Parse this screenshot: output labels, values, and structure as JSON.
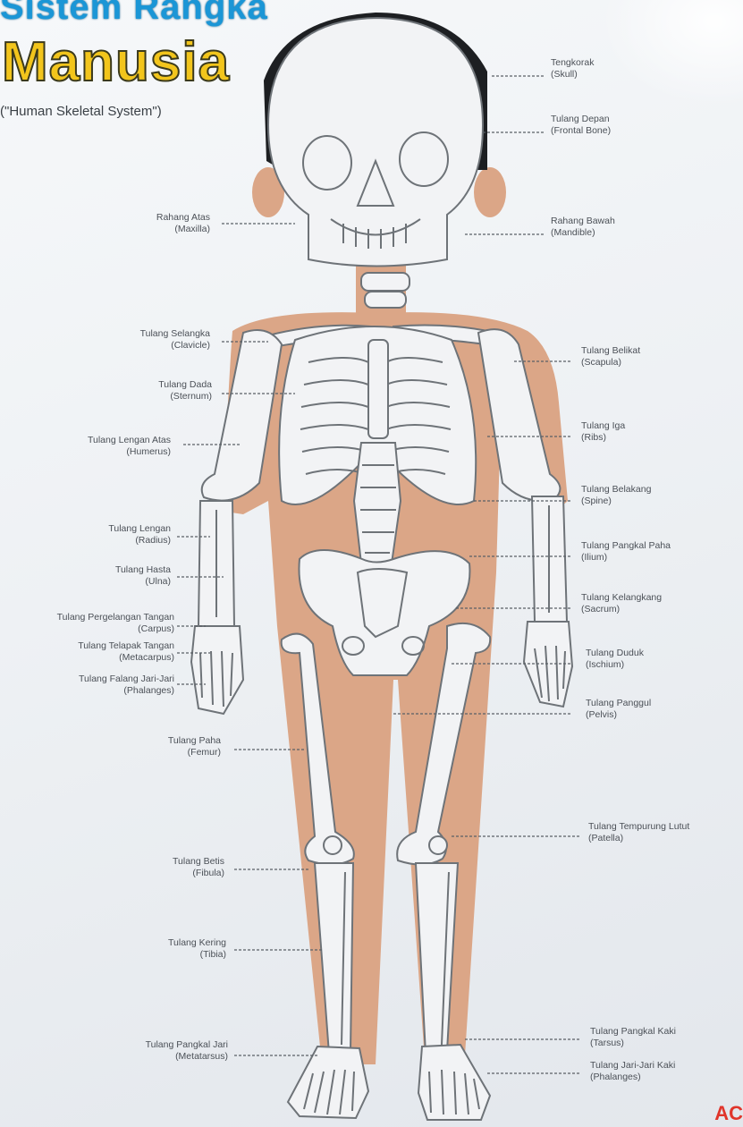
{
  "header": {
    "title_line1": "Sistem Rangka",
    "title_line2": "Manusia",
    "subtitle": "(\"Human Skeletal System\")"
  },
  "labels": {
    "skull": {
      "id": "Tengkorak",
      "en": "(Skull)"
    },
    "frontal": {
      "id": "Tulang Depan",
      "en": "(Frontal Bone)"
    },
    "maxilla": {
      "id": "Rahang Atas",
      "en": "(Maxilla)"
    },
    "mandible": {
      "id": "Rahang Bawah",
      "en": "(Mandible)"
    },
    "clavicle": {
      "id": "Tulang Selangka",
      "en": "(Clavicle)"
    },
    "scapula": {
      "id": "Tulang Belikat",
      "en": "(Scapula)"
    },
    "sternum": {
      "id": "Tulang Dada",
      "en": "(Sternum)"
    },
    "ribs": {
      "id": "Tulang Iga",
      "en": "(Ribs)"
    },
    "humerus": {
      "id": "Tulang Lengan Atas",
      "en": "(Humerus)"
    },
    "spine": {
      "id": "Tulang Belakang",
      "en": "(Spine)"
    },
    "radius": {
      "id": "Tulang Lengan",
      "en": "(Radius)"
    },
    "ilium": {
      "id": "Tulang Pangkal Paha",
      "en": "(Ilium)"
    },
    "ulna": {
      "id": "Tulang Hasta",
      "en": "(Ulna)"
    },
    "sacrum": {
      "id": "Tulang Kelangkang",
      "en": "(Sacrum)"
    },
    "carpus": {
      "id": "Tulang Pergelangan Tangan",
      "en": "(Carpus)"
    },
    "metacarpus": {
      "id": "Tulang Telapak Tangan",
      "en": "(Metacarpus)"
    },
    "ischium": {
      "id": "Tulang Duduk",
      "en": "(Ischium)"
    },
    "phalanges_hand": {
      "id": "Tulang Falang Jari-Jari",
      "en": "(Phalanges)"
    },
    "pelvis": {
      "id": "Tulang Panggul",
      "en": "(Pelvis)"
    },
    "femur": {
      "id": "Tulang Paha",
      "en": "(Femur)"
    },
    "patella": {
      "id": "Tulang Tempurung Lutut",
      "en": "(Patella)"
    },
    "fibula": {
      "id": "Tulang Betis",
      "en": "(Fibula)"
    },
    "tibia": {
      "id": "Tulang Kering",
      "en": "(Tibia)"
    },
    "tarsus": {
      "id": "Tulang Pangkal Kaki",
      "en": "(Tarsus)"
    },
    "metatarsus": {
      "id": "Tulang Pangkal Jari",
      "en": "(Metatarsus)"
    },
    "phalanges_foot": {
      "id": "Tulang Jari-Jari Kaki",
      "en": "(Phalanges)"
    }
  },
  "logo": {
    "text": "AC"
  },
  "colors": {
    "title_blue": "#1b96d6",
    "title_yellow": "#f2c51c",
    "body_skin": "#dba687",
    "bone_fill": "#f2f3f5",
    "bone_stroke": "#6e7378"
  }
}
